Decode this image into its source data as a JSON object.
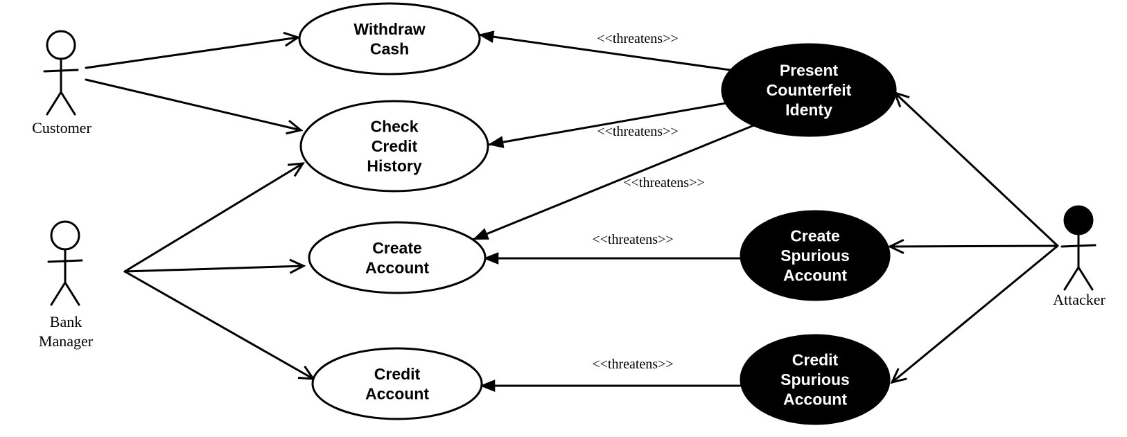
{
  "actors": [
    {
      "id": "customer",
      "label": [
        "Customer"
      ],
      "filled_head": false
    },
    {
      "id": "bank-manager",
      "label": [
        "Bank",
        "Manager"
      ],
      "filled_head": false
    },
    {
      "id": "attacker",
      "label": [
        "Attacker"
      ],
      "filled_head": true
    }
  ],
  "use_cases": [
    {
      "id": "withdraw-cash",
      "lines": [
        "Withdraw",
        "Cash"
      ],
      "kind": "normal"
    },
    {
      "id": "check-credit-history",
      "lines": [
        "Check",
        "Credit",
        "History"
      ],
      "kind": "normal"
    },
    {
      "id": "create-account",
      "lines": [
        "Create",
        "Account"
      ],
      "kind": "normal"
    },
    {
      "id": "credit-account",
      "lines": [
        "Credit",
        "Account"
      ],
      "kind": "normal"
    },
    {
      "id": "present-counterfeit-identy",
      "lines": [
        "Present",
        "Counterfeit",
        "Identy"
      ],
      "kind": "misuse"
    },
    {
      "id": "create-spurious-account",
      "lines": [
        "Create",
        "Spurious",
        "Account"
      ],
      "kind": "misuse"
    },
    {
      "id": "credit-spurious-account",
      "lines": [
        "Credit",
        "Spurious",
        "Account"
      ],
      "kind": "misuse"
    }
  ],
  "associations": [
    {
      "from": "customer",
      "to": "withdraw-cash"
    },
    {
      "from": "customer",
      "to": "check-credit-history"
    },
    {
      "from": "bank-manager",
      "to": "check-credit-history"
    },
    {
      "from": "bank-manager",
      "to": "create-account"
    },
    {
      "from": "bank-manager",
      "to": "credit-account"
    },
    {
      "from": "attacker",
      "to": "present-counterfeit-identy"
    },
    {
      "from": "attacker",
      "to": "create-spurious-account"
    },
    {
      "from": "attacker",
      "to": "credit-spurious-account"
    }
  ],
  "threats": [
    {
      "from": "present-counterfeit-identy",
      "to": "withdraw-cash",
      "label": "<<threatens>>"
    },
    {
      "from": "present-counterfeit-identy",
      "to": "check-credit-history",
      "label": "<<threatens>>"
    },
    {
      "from": "present-counterfeit-identy",
      "to": "create-account",
      "label": "<<threatens>>"
    },
    {
      "from": "create-spurious-account",
      "to": "create-account",
      "label": "<<threatens>>"
    },
    {
      "from": "credit-spurious-account",
      "to": "credit-account",
      "label": "<<threatens>>"
    }
  ]
}
